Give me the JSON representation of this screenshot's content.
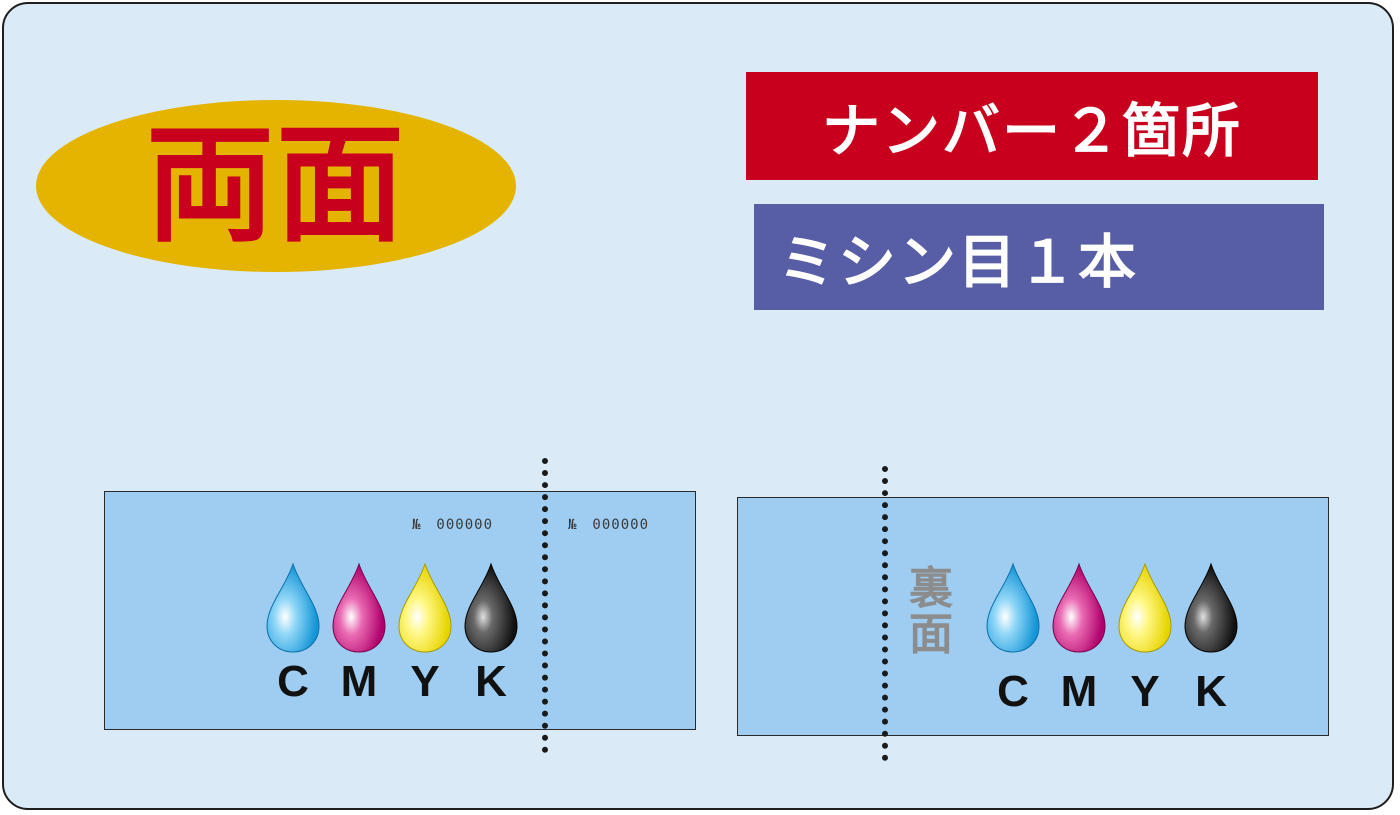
{
  "badge": {
    "text": "両面"
  },
  "banners": {
    "numbering": "ナンバー２箇所",
    "perforation": "ミシン目１本"
  },
  "front_ticket": {
    "numbers": [
      "№　000000",
      "№　000000"
    ],
    "inks": [
      {
        "letter": "C",
        "color": "#29a7e1",
        "icon": "cyan-drop-icon"
      },
      {
        "letter": "M",
        "color": "#c8137e",
        "icon": "magenta-drop-icon"
      },
      {
        "letter": "Y",
        "color": "#f3e500",
        "icon": "yellow-drop-icon"
      },
      {
        "letter": "K",
        "color": "#222222",
        "icon": "black-drop-icon"
      }
    ]
  },
  "back_ticket": {
    "label_chars": [
      "裏",
      "面"
    ],
    "inks": [
      {
        "letter": "C",
        "color": "#29a7e1",
        "icon": "cyan-drop-icon"
      },
      {
        "letter": "M",
        "color": "#c8137e",
        "icon": "magenta-drop-icon"
      },
      {
        "letter": "Y",
        "color": "#f3e500",
        "icon": "yellow-drop-icon"
      },
      {
        "letter": "K",
        "color": "#222222",
        "icon": "black-drop-icon"
      }
    ]
  },
  "colors": {
    "background": "#daebf7",
    "ticket": "#9ecdf1",
    "badge_fill": "#e4b400",
    "badge_text": "#c8001e",
    "banner_red": "#c8001e",
    "banner_blue": "#575ea6",
    "back_label": "#8c8c8c"
  }
}
